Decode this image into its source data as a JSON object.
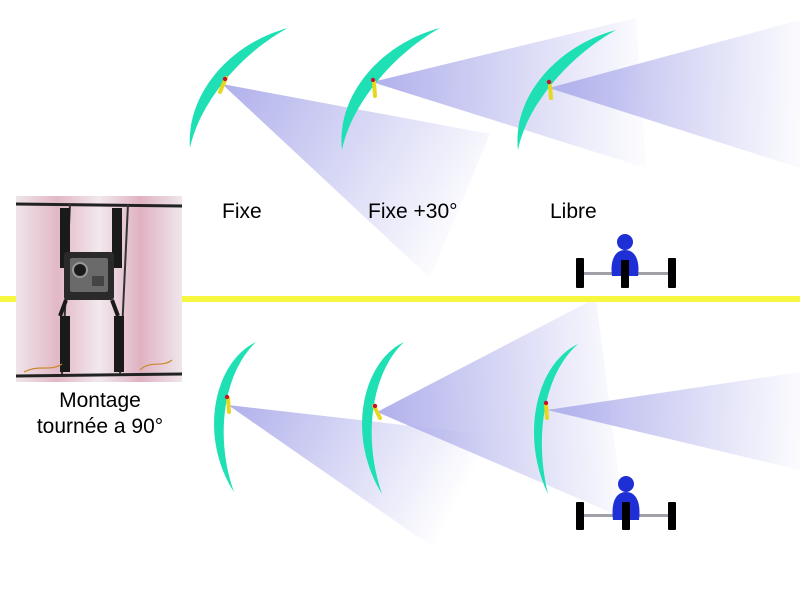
{
  "labels": {
    "fixe": "Fixe",
    "fixe_30": "Fixe +30°",
    "libre": "Libre",
    "montage_line1": "Montage",
    "montage_line2": "tournée a 90°"
  },
  "colors": {
    "wing": "#1ee0b4",
    "camera_mount": "#e6d81e",
    "camera_dot": "#c8102e",
    "view_cone": "#b4b4f0",
    "horizon": "#f7f740",
    "pilot": "#1f2fd6",
    "wheels": "#000000",
    "axle": "#a0a0a8"
  },
  "icons": [
    "paraglider-wing-icon",
    "camera-mount-icon",
    "view-cone-icon",
    "trike-pilot-icon",
    "camera-rig-photo"
  ]
}
